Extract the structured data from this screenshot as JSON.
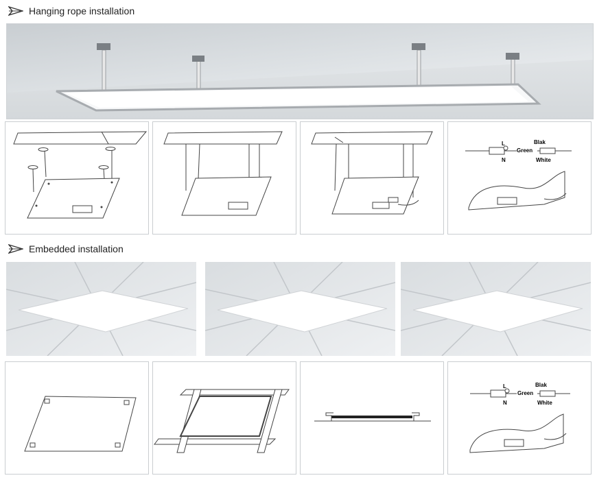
{
  "sections": {
    "hanging_title": "Hanging rope installation",
    "embedded_title": "Embedded installation"
  },
  "wiring": {
    "l": "L",
    "n": "N",
    "blak": "Blak",
    "green": "Green",
    "white": "White"
  },
  "icons": {
    "section_marker": "arrow-marker-icon"
  }
}
